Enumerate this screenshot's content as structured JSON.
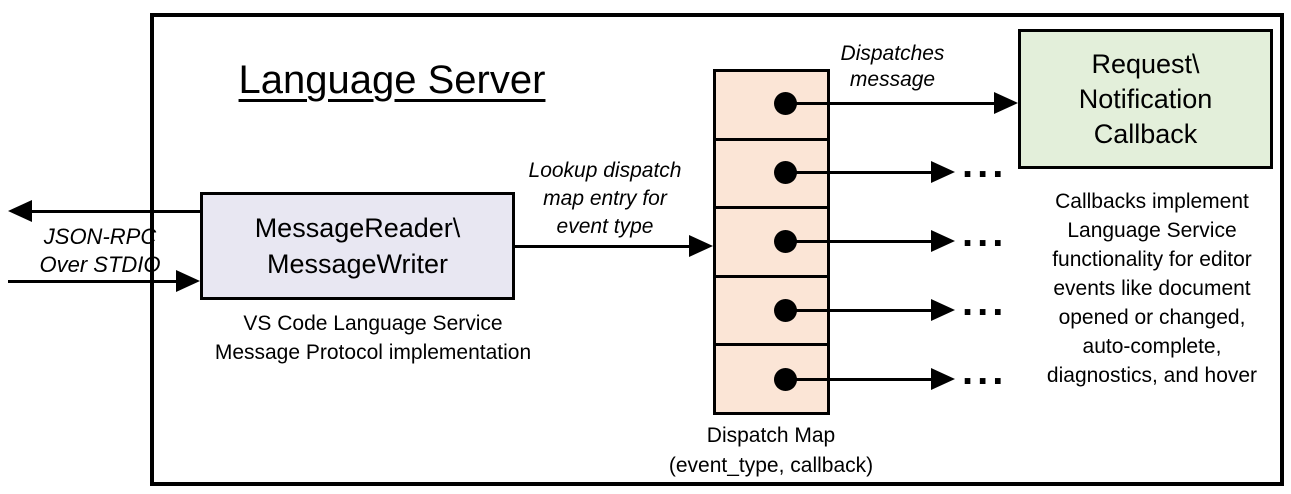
{
  "title": "Language Server",
  "left_channel": {
    "label_line1": "JSON-RPC",
    "label_line2": "Over STDIO"
  },
  "message_box": {
    "line1": "MessageReader\\",
    "line2": "MessageWriter",
    "caption_line1": "VS Code Language Service",
    "caption_line2": "Message Protocol implementation"
  },
  "lookup_label": {
    "line1": "Lookup dispatch",
    "line2": "map entry for",
    "line3": "event type"
  },
  "dispatch_label": {
    "line1": "Dispatches",
    "line2": "message"
  },
  "dispatch_map": {
    "caption_line1": "Dispatch Map",
    "caption_line2": "(event_type, callback)"
  },
  "callback_box": {
    "line1": "Request\\",
    "line2": "Notification",
    "line3": "Callback"
  },
  "ellipsis": "...",
  "callback_note": {
    "lines": [
      "Callbacks implement",
      "Language Service",
      "functionality for editor",
      "events like document",
      "opened or changed,",
      "auto-complete,",
      "diagnostics, and hover"
    ]
  },
  "colors": {
    "stroke": "#000000",
    "message_box_fill": "#E8E7F2",
    "dispatch_cell_fill": "#FBE5D6",
    "callback_box_fill": "#E3EFDA"
  }
}
